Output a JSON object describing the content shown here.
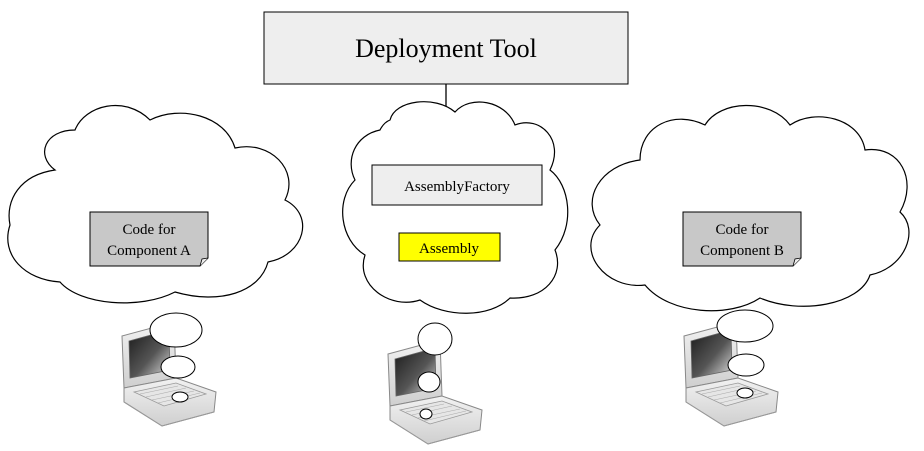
{
  "deployment_tool": {
    "label": "Deployment Tool"
  },
  "middle_node": {
    "factory_label": "AssemblyFactory",
    "assembly_label": "Assembly"
  },
  "left_node": {
    "note_line1": "Code for",
    "note_line2": "Component A"
  },
  "right_node": {
    "note_line1": "Code for",
    "note_line2": "Component B"
  },
  "colors": {
    "tool_fill": "#eeeeee",
    "factory_fill": "#eeeeee",
    "assembly_fill": "#ffff00",
    "note_fill": "#c8c8c8",
    "stroke": "#000000"
  },
  "icons": {
    "cloud": "cloud-icon",
    "laptop": "laptop-icon",
    "note": "document-note-icon",
    "arrow": "arrow-down-icon"
  }
}
